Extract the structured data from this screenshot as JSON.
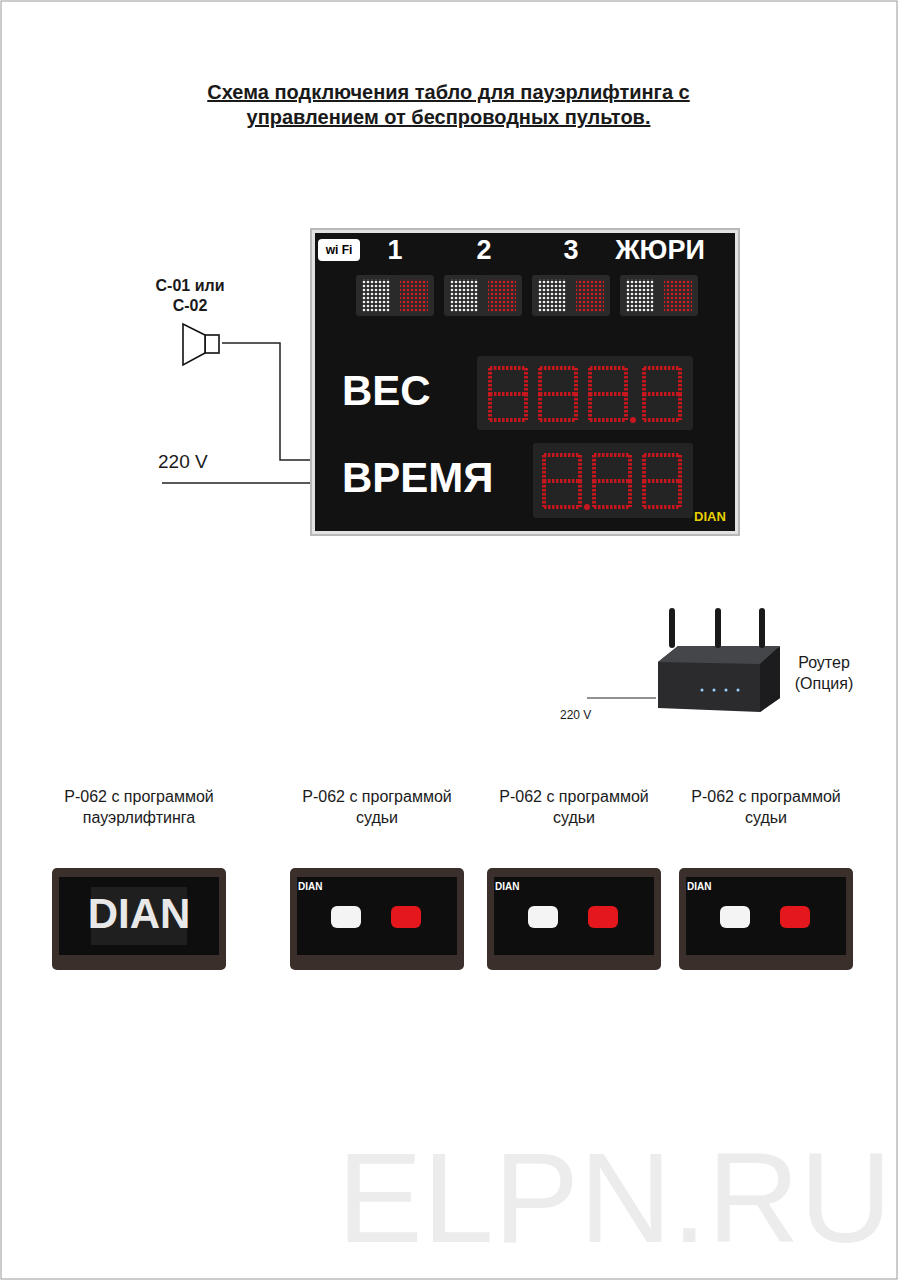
{
  "diagram": {
    "title": "Схема подключения табло для пауэрлифтинга с управлением от беспроводных пультов.",
    "nodes": [
      {
        "text": [
          "wi Fi",
          "1",
          "2",
          "3",
          "ЖЮРИ",
          "ВЕС",
          "ВРЕМЯ",
          "DIAN"
        ]
      },
      {
        "text": [
          "С-01 или С-02"
        ]
      },
      {
        "text": [
          "Роутер (Опция)"
        ]
      },
      {
        "text": [
          "Р-062 с программой пауэрлифтинга",
          "DIAN"
        ]
      },
      {
        "text": [
          "Р-062 с программой судьи",
          "DIAN"
        ]
      },
      {
        "text": [
          "Р-062 с программой судьи",
          "DIAN"
        ]
      },
      {
        "text": [
          "Р-062 с программой судьи",
          "DIAN"
        ]
      }
    ],
    "edges": [
      {
        "from": 1,
        "to": 0,
        "arrow": "none"
      }
    ],
    "labels": [
      "220 V",
      "220 V",
      "ELPN.RU"
    ]
  }
}
